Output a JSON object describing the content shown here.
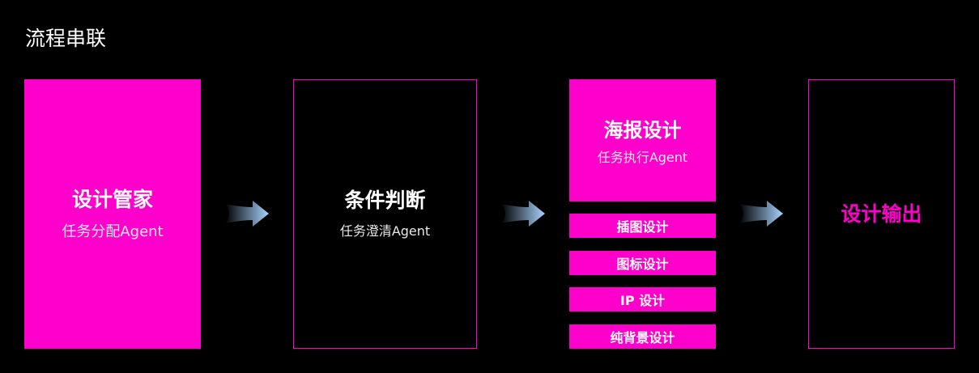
{
  "page": {
    "title": "流程串联"
  },
  "colors": {
    "accent": "#ff00cc",
    "background": "#000000",
    "arrow_light": "#a9d4ff"
  },
  "nodes": {
    "manager": {
      "title": "设计管家",
      "subtitle": "任务分配Agent"
    },
    "condition": {
      "title": "条件判断",
      "subtitle": "任务澄清Agent"
    },
    "poster": {
      "title": "海报设计",
      "subtitle": "任务执行Agent"
    },
    "sub_tasks": [
      "插图设计",
      "图标设计",
      "IP 设计",
      "纯背景设计"
    ],
    "output": {
      "title": "设计输出"
    }
  },
  "icons": {
    "arrow": "arrow-right-icon"
  }
}
